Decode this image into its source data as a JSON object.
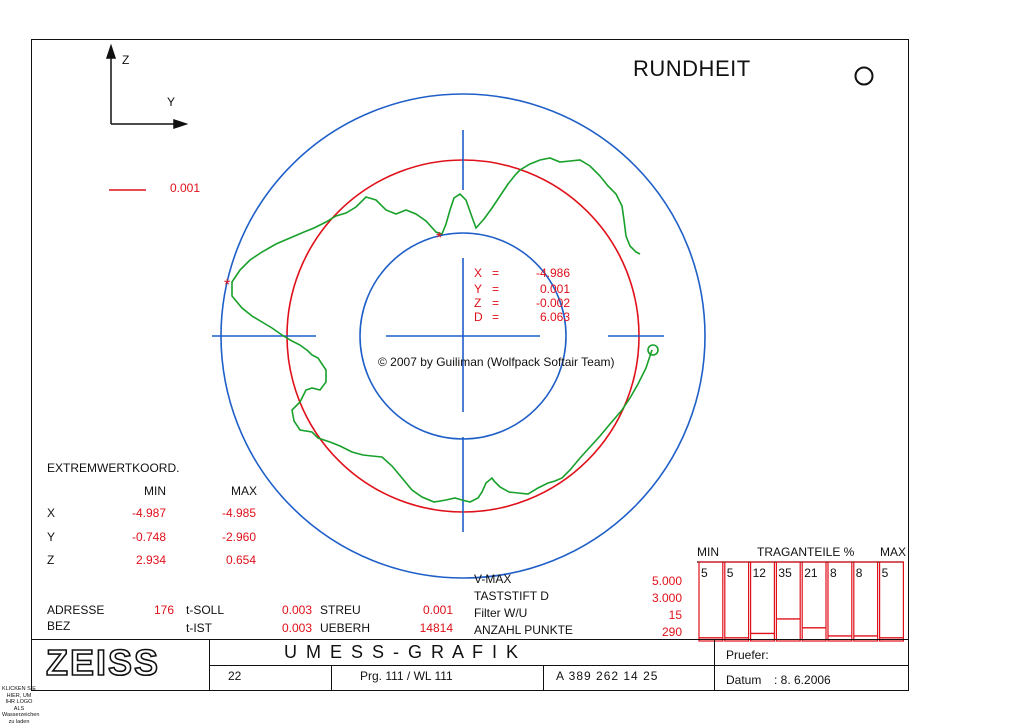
{
  "title": "RUNDHEIT",
  "axes": {
    "z_label": "Z",
    "y_label": "Y"
  },
  "legend": {
    "value": "0.001",
    "color": "#e0101a"
  },
  "colors": {
    "circle": "#1f5fc8",
    "tolerance": "#e0101a",
    "profile": "#17a02a"
  },
  "center_readout": [
    {
      "label": "X",
      "eq": "=",
      "value": "-4.986"
    },
    {
      "label": "Y",
      "eq": "=",
      "value": "0.001"
    },
    {
      "label": "Z",
      "eq": "=",
      "value": "-0.002"
    },
    {
      "label": "D",
      "eq": "=",
      "value": "6.063"
    }
  ],
  "watermark": "© 2007 by Guiliman (Wolfpack Softair Team)",
  "extrema": {
    "title": "EXTREMWERTKOORD.",
    "min_header": "MIN",
    "max_header": "MAX",
    "rows": [
      {
        "axis": "X",
        "min": "-4.987",
        "max": "-4.985"
      },
      {
        "axis": "Y",
        "min": "-0.748",
        "max": "-2.960"
      },
      {
        "axis": "Z",
        "min": "2.934",
        "max": "0.654"
      }
    ]
  },
  "params": {
    "adresse_label": "ADRESSE",
    "adresse_value": "176",
    "bez_label": "BEZ",
    "tsoll_label": "t-SOLL",
    "tsoll_value": "0.003",
    "tist_label": "t-IST",
    "tist_value": "0.003",
    "streu_label": "STREU",
    "streu_value": "0.001",
    "ueberh_label": "UEBERH",
    "ueberh_value": "14814",
    "vmax_label": "V-MAX",
    "vmax_value": "5.000",
    "taststift_label": "TASTSTIFT D",
    "taststift_value": "3.000",
    "filter_label": "Filter W/U",
    "filter_value": "15",
    "punkte_label": "ANZAHL PUNKTE",
    "punkte_value": "290"
  },
  "traganteile": {
    "min_label": "MIN",
    "title": "TRAGANTEILE %",
    "max_label": "MAX",
    "values": [
      "5",
      "5",
      "12",
      "35",
      "21",
      "8",
      "8",
      "5"
    ],
    "fractions": [
      0.05,
      0.05,
      0.12,
      0.35,
      0.21,
      0.08,
      0.08,
      0.05
    ]
  },
  "footer": {
    "logo": "ZEISS",
    "program_title": "U M E S S - G R A F I K",
    "number": "22",
    "prg": "Prg. 111 / WL 111",
    "code": "A 389 262 14 25",
    "pruefer_label": "Pruefer:",
    "datum_label": "Datum",
    "datum_value": ": 8. 6.2006"
  },
  "side_note": "KLICKEN SIE HIER, UM IHR LOGO ALS Wasserzeichen zu laden"
}
